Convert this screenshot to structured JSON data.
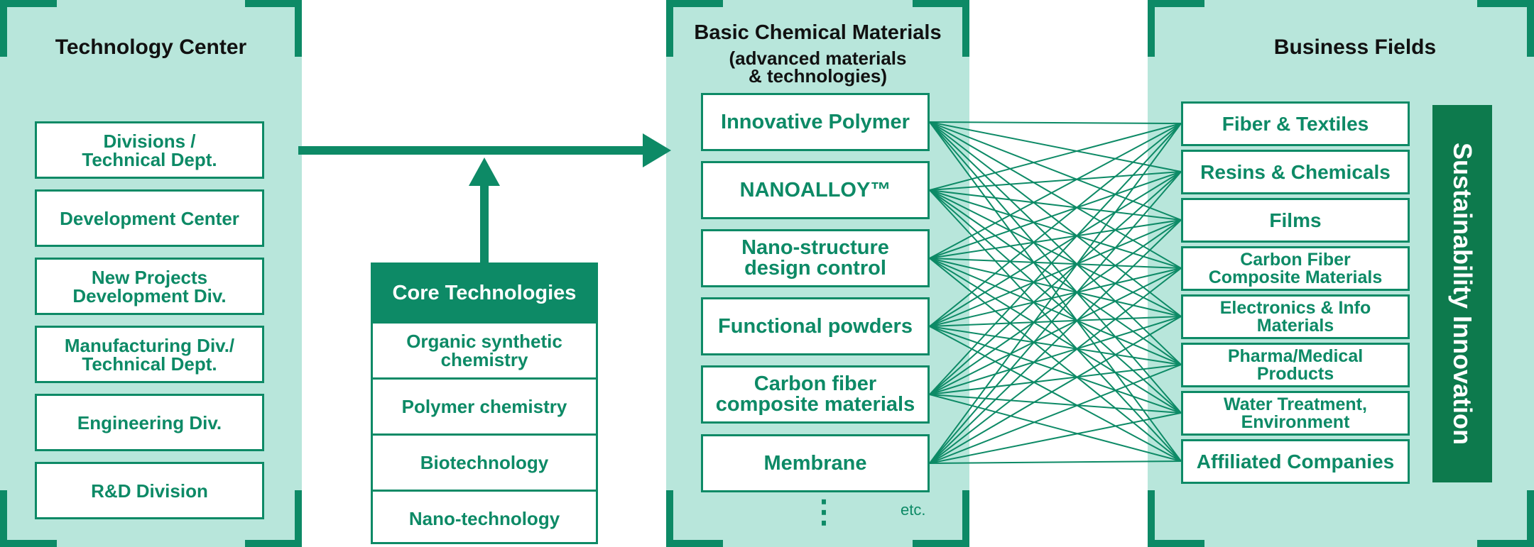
{
  "technology_center": {
    "title": "Technology Center",
    "items": [
      "Divisions /\nTechnical Dept.",
      "Development Center",
      "New Projects\nDevelopment Div.",
      "Manufacturing Div./\nTechnical Dept.",
      "Engineering Div.",
      "R&D Division"
    ]
  },
  "core_technologies": {
    "title": "Core Technologies",
    "items": [
      "Organic synthetic\nchemistry",
      "Polymer chemistry",
      "Biotechnology",
      "Nano-technology"
    ]
  },
  "basic_materials": {
    "title": "Basic Chemical Materials",
    "subtitle": "(advanced materials\n& technologies)",
    "items": [
      "Innovative Polymer",
      "NANOALLOY™",
      "Nano-structure\ndesign control",
      "Functional powders",
      "Carbon fiber\ncomposite materials",
      "Membrane"
    ],
    "more": "⋮",
    "etc": "etc."
  },
  "business_fields": {
    "title": "Business Fields",
    "items": [
      "Fiber & Textiles",
      "Resins & Chemicals",
      "Films",
      "Carbon Fiber\nComposite Materials",
      "Electronics & Info\nMaterials",
      "Pharma/Medical\nProducts",
      "Water Treatment,\nEnvironment",
      "Affiliated Companies"
    ],
    "side_label": "Sustainability Innovation"
  },
  "colors": {
    "panel": "#b8e6db",
    "accent": "#0d8a66",
    "sustain": "#0d7a4d"
  }
}
